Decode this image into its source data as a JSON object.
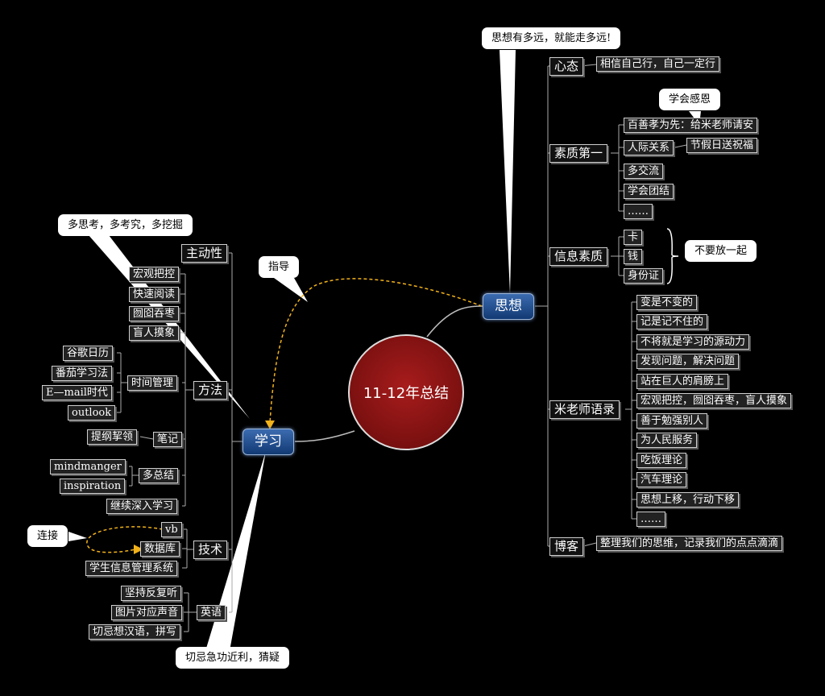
{
  "center": {
    "label": "11-12年总结"
  },
  "branches": {
    "sixiang": {
      "label": "思想"
    },
    "xuexi": {
      "label": "学习"
    }
  },
  "sixiang": {
    "xintai": {
      "label": "心态",
      "leaves": [
        "相信自己行，自己一定行"
      ]
    },
    "suzhi": {
      "label": "素质第一",
      "leaves": [
        "百善孝为先：给米老师请安",
        "人际关系",
        "节假日送祝福",
        "多交流",
        "学会团结",
        "……"
      ]
    },
    "xinxi": {
      "label": "信息素质",
      "leaves": [
        "卡",
        "钱",
        "身份证"
      ]
    },
    "yulu": {
      "label": "米老师语录",
      "leaves": [
        "变是不变的",
        "记是记不住的",
        "不将就是学习的源动力",
        "发现问题，解决问题",
        "站在巨人的肩膀上",
        "宏观把控，囫囵吞枣，盲人摸象",
        "善于勉强别人",
        "为人民服务",
        "吃饭理论",
        "汽车理论",
        "思想上移，行动下移",
        "……"
      ]
    },
    "boke": {
      "label": "博客",
      "leaves": [
        "整理我们的思维，记录我们的点点滴滴"
      ]
    }
  },
  "xuexi": {
    "zhudong": {
      "label": "主动性"
    },
    "fangfa": {
      "label": "方法",
      "leaves": [
        "宏观把控",
        "快速阅读",
        "囫囵吞枣",
        "盲人摸象"
      ]
    },
    "shijian": {
      "label": "时间管理",
      "leaves": [
        "谷歌日历",
        "番茄学习法",
        "E—mail时代",
        "outlook"
      ]
    },
    "biji": {
      "label": "笔记",
      "leaves": [
        "提纲挈领"
      ]
    },
    "duozongjie": {
      "label": "多总结",
      "leaves": [
        "mindmanger",
        "inspiration"
      ]
    },
    "jixu": {
      "label": "继续深入学习"
    },
    "jishu": {
      "label": "技术",
      "leaves": [
        "vb",
        "数据库",
        "学生信息管理系统"
      ]
    },
    "yingyu": {
      "label": "英语",
      "leaves": [
        "坚持反复听",
        "图片对应声音",
        "切忌想汉语，拼写"
      ]
    }
  },
  "callouts": {
    "top": "思想有多远，就能走多远!",
    "ganen": "学会感恩",
    "fangyiqi": "不要放一起",
    "duosikao": "多思考，多考究，多挖掘",
    "zhidao": "指导",
    "lianjie": "连接",
    "qieji": "切忌急功近利，猜疑"
  }
}
